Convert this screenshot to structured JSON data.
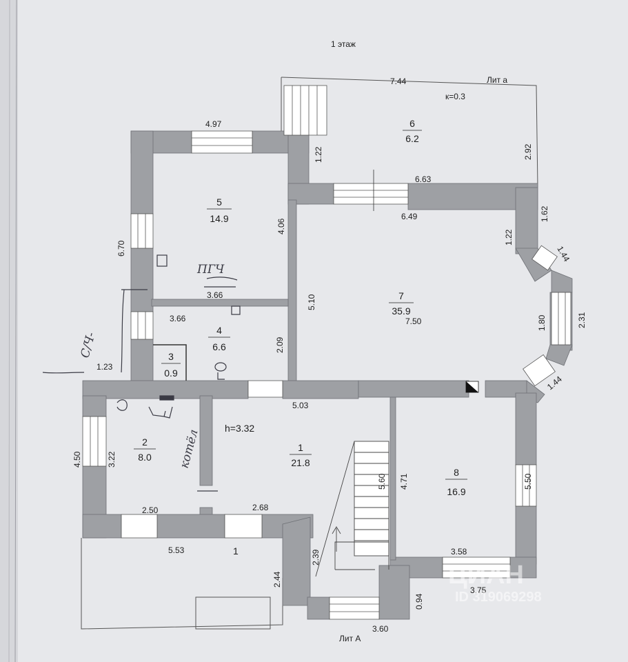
{
  "title": "1 этаж",
  "lit_a_lower": "Лит а",
  "lit_a_upper": "Лит А",
  "coefficient": "к=0.3",
  "height": "h=3.32",
  "rooms": [
    {
      "num": "1",
      "area": "21.8"
    },
    {
      "num": "2",
      "area": "8.0"
    },
    {
      "num": "3",
      "area": "0.9"
    },
    {
      "num": "4",
      "area": "6.6"
    },
    {
      "num": "5",
      "area": "14.9"
    },
    {
      "num": "6",
      "area": "6.2"
    },
    {
      "num": "7",
      "area": "35.9"
    },
    {
      "num": "8",
      "area": "16.9"
    }
  ],
  "porch_label": "1",
  "dims": {
    "d744": "7.44",
    "d497": "4.97",
    "d292": "2.92",
    "d122a": "1.22",
    "d663": "6.63",
    "d649": "6.49",
    "d406": "4.06",
    "d162": "1.62",
    "d122b": "1.22",
    "d144a": "1.44",
    "d670": "6.70",
    "d366a": "3.66",
    "d366b": "3.66",
    "d510": "5.10",
    "d750": "7.50",
    "d180": "1.80",
    "d231": "2.31",
    "d209": "2.09",
    "d123": "1.23",
    "d144b": "1.44",
    "d503": "5.03",
    "d450": "4.50",
    "d322": "3.22",
    "d560": "5.60",
    "d471": "4.71",
    "d550": "5.50",
    "d250": "2.50",
    "d268": "2.68",
    "d553": "5.53",
    "d239": "2.39",
    "d358": "3.58",
    "d244": "2.44",
    "d375": "3.75",
    "d094": "0.94",
    "d360": "3.60"
  },
  "handwriting": {
    "gas": "ПГЧ",
    "meter": "С/Ч-",
    "boiler": "котёл"
  },
  "watermark": {
    "brand": "ЦИАН",
    "id": "ID 319069298"
  }
}
